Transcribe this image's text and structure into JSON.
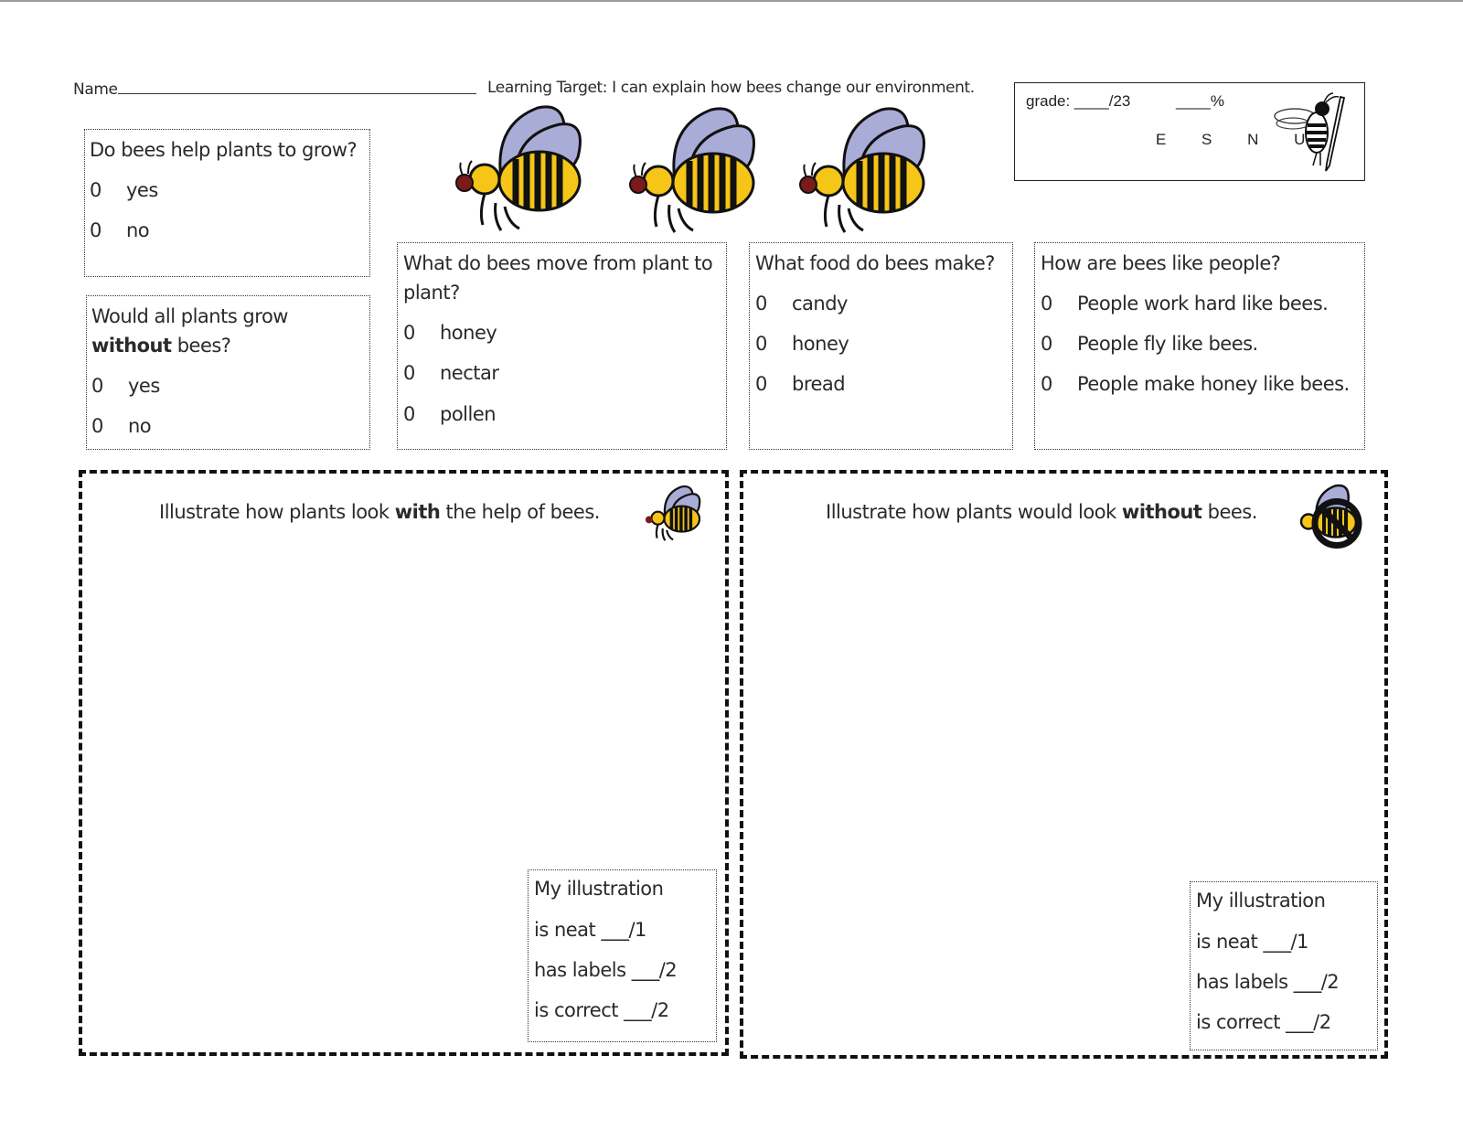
{
  "header": {
    "name_label": "Name",
    "learning_target": "Learning Target: I can explain how bees change our environment."
  },
  "grade": {
    "label": "grade: ____/23",
    "percent": "____%",
    "letters": "E S N U"
  },
  "questions": [
    {
      "text": "Do bees help plants to grow?",
      "options": [
        "yes",
        "no"
      ]
    },
    {
      "text_pre": "Would all plants grow ",
      "text_bold": "without",
      "text_post": " bees?",
      "options": [
        "yes",
        "no"
      ]
    },
    {
      "text": "What do bees move from plant to plant?",
      "options": [
        "honey",
        "nectar",
        "pollen"
      ]
    },
    {
      "text": "What food do bees make?",
      "options": [
        "candy",
        "honey",
        "bread"
      ]
    },
    {
      "text": "How are bees like people?",
      "options": [
        "People work hard like bees.",
        "People fly like bees.",
        "People make honey like bees."
      ]
    }
  ],
  "bubble": "0",
  "illustrations": [
    {
      "prompt_pre": "Illustrate how plants look ",
      "prompt_bold": "with",
      "prompt_post": " the help of bees.",
      "rubric": [
        "My illustration",
        "is neat ___/1",
        "has labels ___/2",
        "is correct ___/2"
      ]
    },
    {
      "prompt_pre": "Illustrate how plants would look ",
      "prompt_bold": "without",
      "prompt_post": " bees.",
      "rubric": [
        "My illustration",
        "is neat ___/1",
        "has labels ___/2",
        "is correct ___/2"
      ]
    }
  ],
  "colors": {
    "bee_yellow": "#f5c518",
    "bee_wing": "#a9acd6",
    "bee_stripe": "#1a1a1a"
  }
}
